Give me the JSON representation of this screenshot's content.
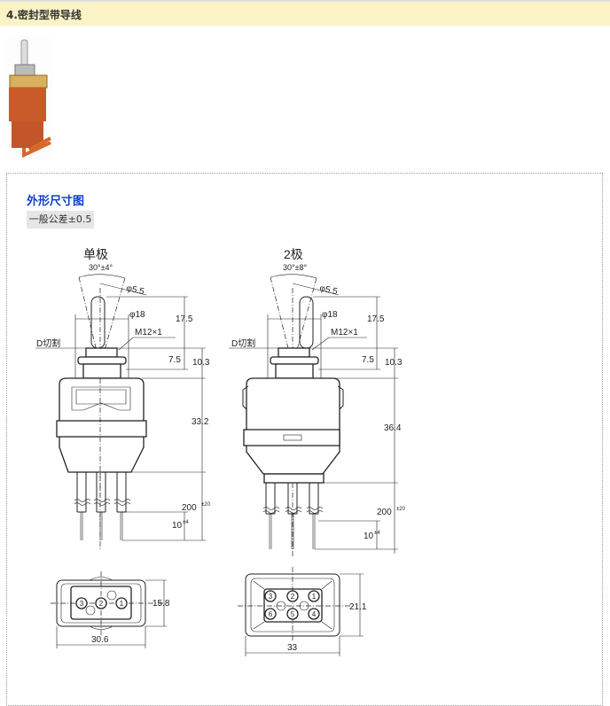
{
  "header": {
    "title": "4.密封型带导线"
  },
  "section": {
    "title": "外形尺寸图",
    "tolerance": "一般公差±0.5"
  },
  "single_pole": {
    "title": "单极",
    "angle": "30°±4°",
    "knob_dia": "φ5.5",
    "bush_dia": "φ18",
    "thread": "M12×1",
    "d_cut": "D切割",
    "dim_17_5": "17.5",
    "dim_7_5": "7.5",
    "dim_10_3": "10.3",
    "dim_body": "33.2",
    "dim_lead": "200",
    "dim_lead_tol": "±20",
    "dim_strip": "10",
    "dim_strip_tol": "±4",
    "bottom_height": "15.8",
    "bottom_width": "30.6",
    "pins": [
      "3",
      "2",
      "1"
    ]
  },
  "double_pole": {
    "title": "2极",
    "angle": "30°±8°",
    "knob_dia": "φ5.5",
    "bush_dia": "φ18",
    "thread": "M12×1",
    "d_cut": "D切割",
    "dim_17_5": "17.5",
    "dim_7_5": "7.5",
    "dim_10_3": "10.3",
    "dim_body": "36.4",
    "dim_lead": "200",
    "dim_lead_tol": "±20",
    "dim_strip": "10",
    "dim_strip_tol": "±4",
    "bottom_height": "21.1",
    "bottom_width": "33",
    "pins": [
      "3",
      "2",
      "1",
      "6",
      "5",
      "4"
    ]
  }
}
